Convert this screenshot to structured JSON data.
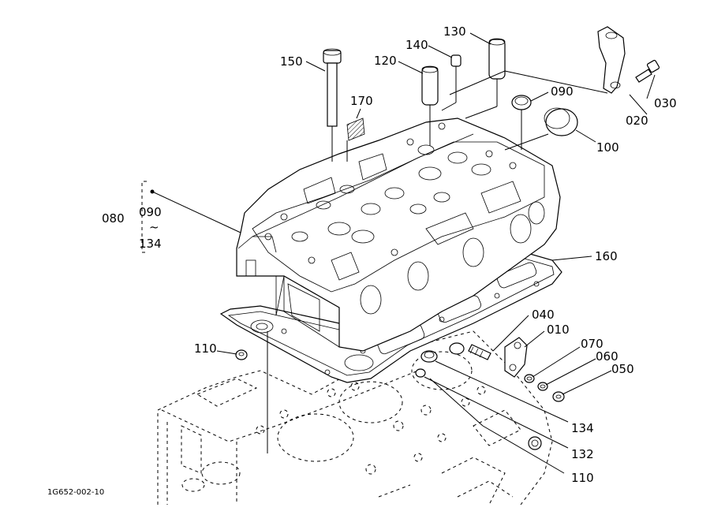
{
  "callouts": {
    "c150": "150",
    "c140": "140",
    "c130": "130",
    "c120": "120",
    "c170": "170",
    "c090a": "090",
    "c100": "100",
    "c020": "020",
    "c030": "030",
    "c080": "080",
    "c090b": "090",
    "c134a": "134",
    "tilde": "~",
    "c160": "160",
    "c040": "040",
    "c010": "010",
    "c070": "070",
    "c060": "060",
    "c050": "050",
    "c110a": "110",
    "c134b": "134",
    "c132": "132",
    "c110b": "110"
  },
  "drawing_code": "1G652-002-10"
}
